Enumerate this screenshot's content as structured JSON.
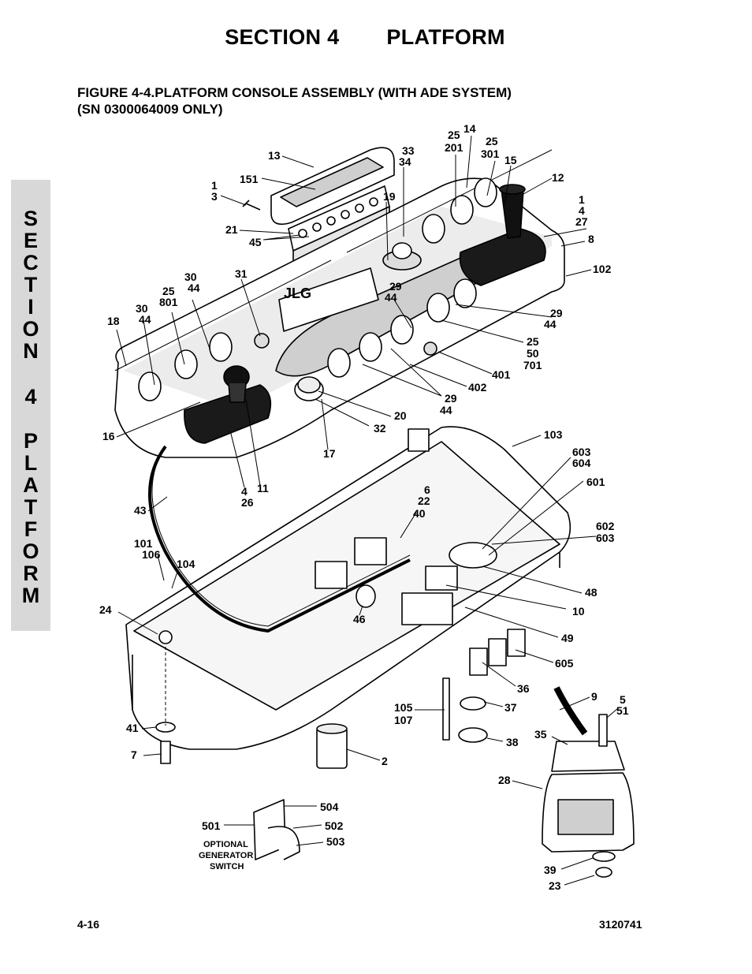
{
  "header": {
    "section": "SECTION 4",
    "title": "PLATFORM"
  },
  "figure": {
    "title_line1": "FIGURE 4-4.PLATFORM CONSOLE ASSEMBLY (WITH ADE SYSTEM)",
    "title_line2": "(SN 0300064009 ONLY)"
  },
  "side_tab": {
    "letters": [
      "S",
      "E",
      "C",
      "T",
      "I",
      "O",
      "N",
      "4",
      "P",
      "L",
      "A",
      "T",
      "F",
      "O",
      "R",
      "M"
    ]
  },
  "callouts": {
    "c13": "13",
    "c151": "151",
    "c1a": "1",
    "c3a": "3",
    "c21": "21",
    "c45": "45",
    "c33": "33",
    "c34": "34",
    "c19": "19",
    "c25a": "25",
    "c201": "201",
    "c14": "14",
    "c25b": "25",
    "c301": "301",
    "c15": "15",
    "c12": "12",
    "c1b": "1",
    "c4a": "4",
    "c27": "27",
    "c8": "8",
    "c102": "102",
    "c31": "31",
    "c30a": "30",
    "c44a": "44",
    "c25c": "25",
    "c801": "801",
    "c30b": "30",
    "c44b": "44",
    "c18": "18",
    "c29a": "29",
    "c44c": "44",
    "c29b": "29",
    "c44d": "44",
    "c25d": "25",
    "c50": "50",
    "c701": "701",
    "c401": "401",
    "c402": "402",
    "c29c": "29",
    "c44e": "44",
    "c20": "20",
    "c32": "32",
    "c16": "16",
    "c17": "17",
    "c4b": "4",
    "c26": "26",
    "c11": "11",
    "c103": "103",
    "c603a": "603",
    "c604": "604",
    "c601": "601",
    "c6": "6",
    "c22": "22",
    "c40": "40",
    "c43": "43",
    "c602": "602",
    "c603b": "603",
    "c101": "101",
    "c106": "106",
    "c104": "104",
    "c48": "48",
    "c10": "10",
    "c24": "24",
    "c46": "46",
    "c49": "49",
    "c605": "605",
    "c36": "36",
    "c9": "9",
    "c5": "5",
    "c51": "51",
    "c105": "105",
    "c107": "107",
    "c37": "37",
    "c41": "41",
    "c38": "38",
    "c35": "35",
    "c7": "7",
    "c2": "2",
    "c28": "28",
    "c504": "504",
    "c501": "501",
    "c502": "502",
    "c503": "503",
    "c39": "39",
    "c23": "23"
  },
  "optional_switch": {
    "line1": "OPTIONAL",
    "line2": "GENERATOR",
    "line3": "SWITCH"
  },
  "logo_text": "JLG",
  "footer": {
    "page": "4-16",
    "doc_number": "3120741"
  }
}
